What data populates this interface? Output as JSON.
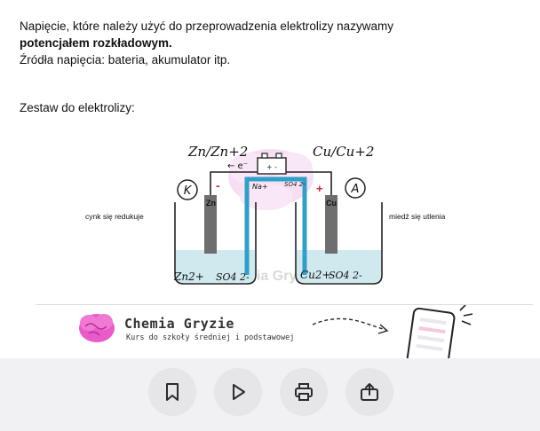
{
  "intro": {
    "line1": "Napięcie, które należy użyć do przeprowadzenia elektrolizy nazywamy",
    "line2_bold": "potencjałem rozkładowym.",
    "line3": "Źródła napięcia: bateria, akumulator itp."
  },
  "section_title": "Zestaw do elektrolizy:",
  "diagram": {
    "left_label": "cynk się redukuje",
    "right_label": "miedź się utlenia",
    "left_electrode": "Zn",
    "right_electrode": "Cu",
    "minus": "-",
    "plus": "+",
    "left_couple": "Zn/Zn+2",
    "right_couple": "Cu/Cu+2",
    "cathode": "K",
    "anode": "A",
    "electron": "← e⁻",
    "bridge_na": "Na+",
    "bridge_so4": "SO4 2-",
    "left_ions": [
      "Zn2+",
      "SO4 2-"
    ],
    "right_ions": [
      "Cu2+",
      "SO4 2-"
    ],
    "watermark": "Chemia Gryzie"
  },
  "promo": {
    "title": "Chemia Gryzie",
    "subtitle": "Kurs do szkoły średniej i podstawowej"
  },
  "toolbar": {
    "buttons": [
      {
        "icon": "bookmark-icon"
      },
      {
        "icon": "play-icon"
      },
      {
        "icon": "print-icon"
      },
      {
        "icon": "share-icon"
      }
    ]
  }
}
